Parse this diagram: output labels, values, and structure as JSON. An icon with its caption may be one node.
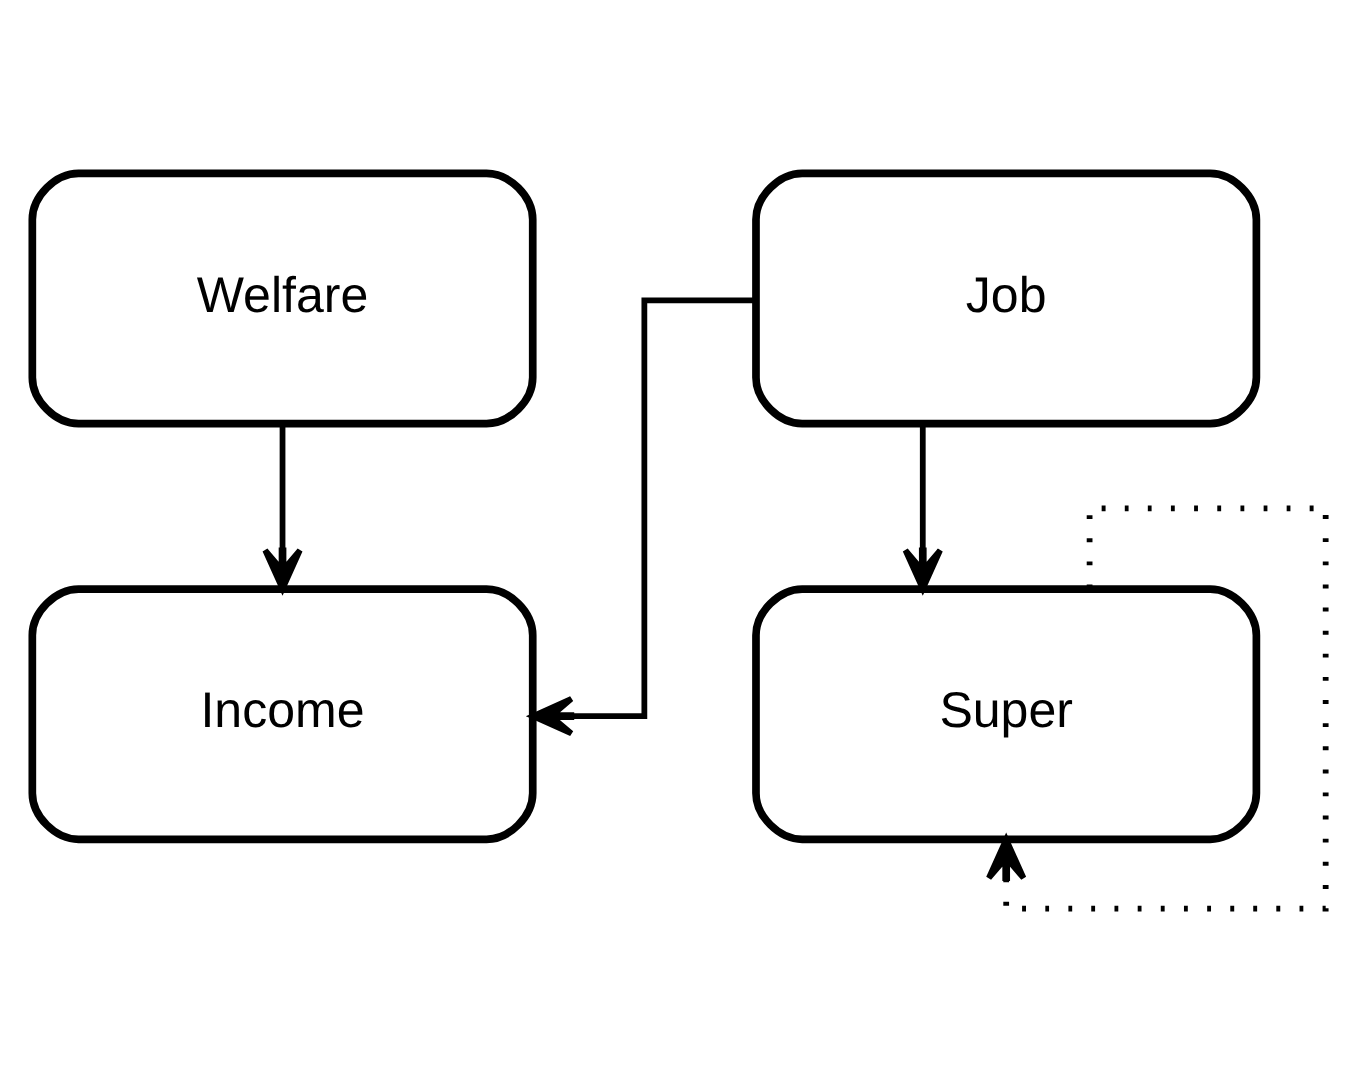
{
  "diagram": {
    "nodes": [
      {
        "text": [
          "Job"
        ]
      },
      {
        "text": [
          "Welfare"
        ]
      },
      {
        "text": [
          "Income"
        ]
      },
      {
        "text": [
          "Super"
        ]
      }
    ],
    "edges": [
      {
        "from": 0,
        "to": 2,
        "arrow": "to"
      },
      {
        "from": 1,
        "to": 2,
        "arrow": "to"
      },
      {
        "from": 0,
        "to": 3,
        "arrow": "to"
      },
      {
        "from": 3,
        "to": 3,
        "arrow": "to",
        "style": "dashed"
      }
    ]
  }
}
